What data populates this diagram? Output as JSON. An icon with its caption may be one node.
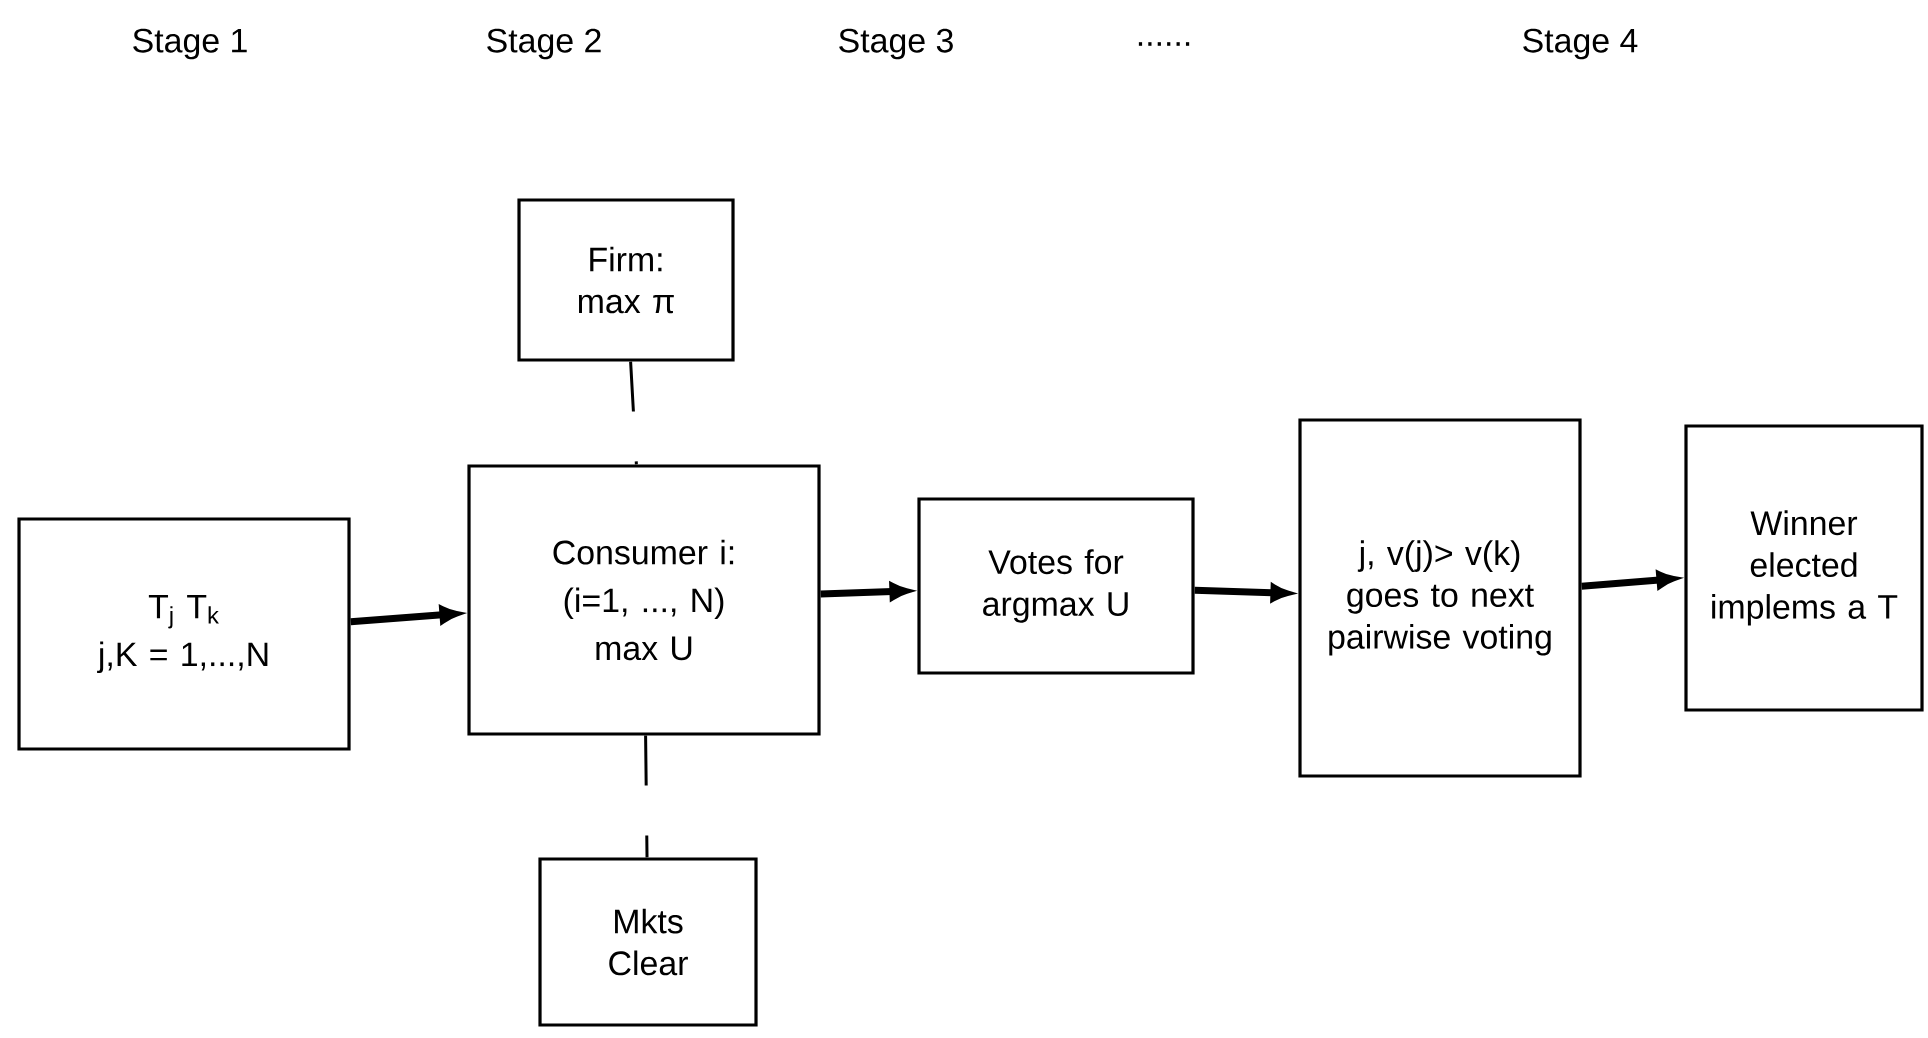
{
  "diagram": {
    "nodes": [
      {
        "text": [
          "T$_{j}$ T$_{k}$",
          "j,K = 1,...,N"
        ]
      },
      {
        "text": [
          "Firm: max π"
        ]
      },
      {
        "text": [
          "Consumer i:",
          "(i=1, ..., N)",
          "max U"
        ]
      },
      {
        "text": [
          "Mkts Clear"
        ]
      },
      {
        "text": [
          "Votes for argmax U"
        ]
      },
      {
        "text": [
          "j, v(j)> v(k) goes to next pairwise voting"
        ]
      },
      {
        "text": [
          "Winner elected implems a T"
        ]
      }
    ],
    "edges": [
      {
        "from": 0,
        "to": 2,
        "arrow": "to"
      },
      {
        "from": 1,
        "to": 2,
        "arrow": "none",
        "style": "dashed"
      },
      {
        "from": 2,
        "to": 3,
        "arrow": "none",
        "style": "dashed"
      },
      {
        "from": 2,
        "to": 4,
        "arrow": "to"
      },
      {
        "from": 4,
        "to": 5,
        "arrow": "to"
      },
      {
        "from": 5,
        "to": 6,
        "arrow": "to"
      }
    ],
    "labels": [
      "Stage 1",
      "Stage 2",
      "Stage 3",
      "......",
      "Stage 4"
    ]
  }
}
